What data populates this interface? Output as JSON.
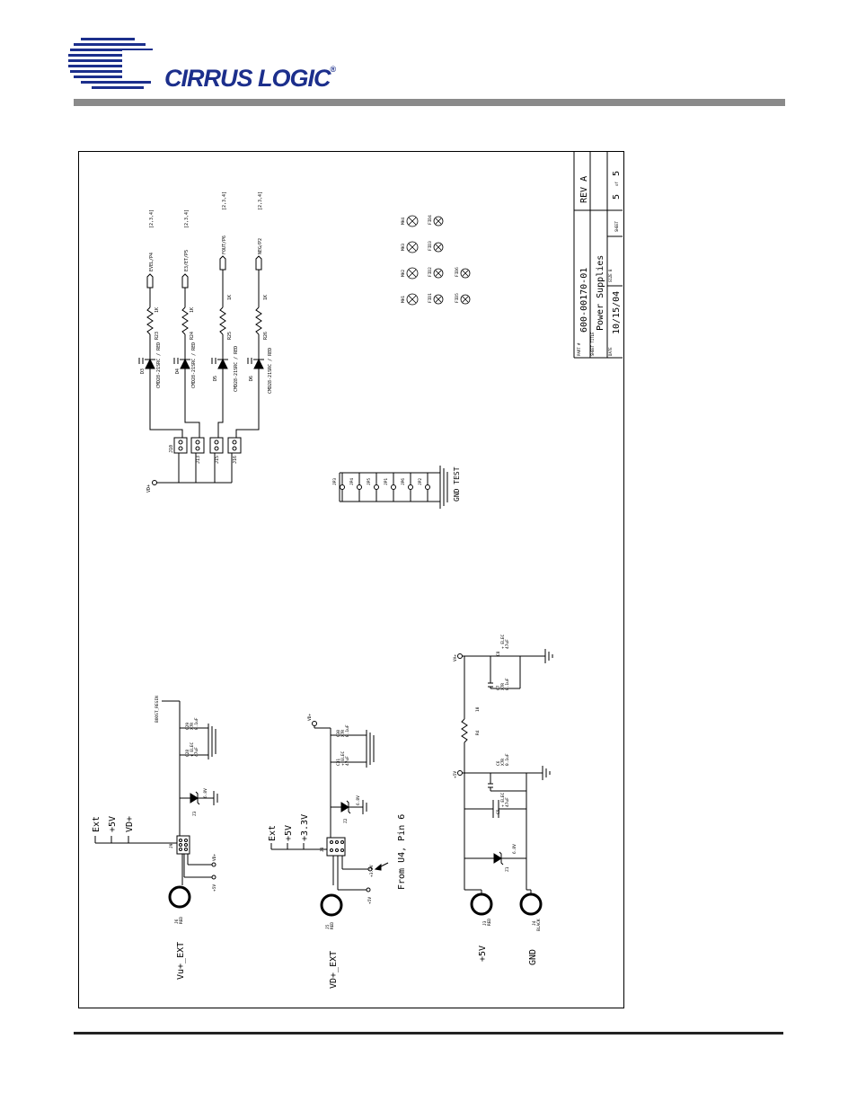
{
  "header": {
    "company": "CIRRUS LOGIC",
    "registered": "®"
  },
  "title_block": {
    "part_label": "PART #",
    "part_number": "600-00170-01",
    "rev": "REV  A",
    "sheet_title_label": "SHEET TITLE",
    "sheet_title": "Power  Supplies",
    "date_label": "DATE",
    "date": "10/15/04",
    "size_label": "SIZE  B",
    "sheet_label": "SHEET",
    "sheet_no": "5",
    "of_label": "of",
    "sheet_total": "5"
  },
  "leds": {
    "vd_label": "VD+",
    "rows": [
      {
        "jumper": "J10",
        "diode": "D3",
        "part": "CMD28-21SRC / RED",
        "res": "R23",
        "ohm": "1K",
        "signal": "EVEL/P4",
        "ref": "[2,3,4]"
      },
      {
        "jumper": "J13",
        "diode": "D4",
        "part": "CMD28-21SRC / RED",
        "res": "R24",
        "ohm": "1K",
        "signal": "E3/ET/P5",
        "ref": "[2,3,4]"
      },
      {
        "jumper": "J15",
        "diode": "D5",
        "part": "CMD28-21SRC / RED",
        "res": "R25",
        "ohm": "1K",
        "signal": "FOUT/P6",
        "ref": "[2,3,4]"
      },
      {
        "jumper": "J16",
        "diode": "D6",
        "part": "CMD28-21SRC / RED",
        "res": "R26",
        "ohm": "1K",
        "signal": "NEG/P2",
        "ref": "[2,3,4]"
      }
    ]
  },
  "mounting": {
    "row1": [
      "MH4",
      "MH3",
      "MH2",
      "MH1"
    ],
    "row2": [
      "FID4",
      "FID3",
      "FID2",
      "FID1"
    ],
    "row3": [
      "FID6",
      "FID5"
    ]
  },
  "gnd_test": {
    "title": "GND  TEST",
    "jumpers": [
      "JP3",
      "JP4",
      "JP5",
      "JP1",
      "JP6",
      "JP2"
    ]
  },
  "va_supply": {
    "va_label": "VA+",
    "c8": [
      "C8",
      "+ ELEC",
      "47uF"
    ],
    "c7": [
      "C7",
      "X7R",
      "0.1uF"
    ],
    "r4": "R4",
    "r4_val": "10",
    "p5v_label": "+5V",
    "c6": [
      "C6",
      "X7R",
      "0.1uF"
    ],
    "c5": [
      "C5",
      "+ ELEC",
      "47uF"
    ],
    "z1": "Z1",
    "z1_val": "6.8V",
    "j3": [
      "J3",
      "RED"
    ],
    "j4": [
      "J4",
      "BLACK"
    ],
    "plus5v": "+5V",
    "gnd": "GND"
  },
  "vu_supply": {
    "boost_label": "BOOST_REGIN",
    "c29": [
      "C29",
      "X7R",
      "0.1uF"
    ],
    "c28": [
      "C28",
      "+ ELEC",
      "47uF"
    ],
    "z3": "Z3",
    "z3_val": "6.8V",
    "j9": "J9",
    "ext": "Ext",
    "p5v": "+5V",
    "vd": "VD+",
    "vd_small": "VD+",
    "p5v_small": "+5V",
    "j6": [
      "J6",
      "RED"
    ],
    "big": "Vu+_EXT"
  },
  "vd_supply": {
    "vd_top": "VD+",
    "c30": [
      "C30",
      "X7R",
      "0.1uF"
    ],
    "c31": [
      "C31",
      "+ ELEC",
      "47uF"
    ],
    "z2": "Z2",
    "z2_val": "6.8V",
    "j8": "J8",
    "ext": "Ext",
    "p5v": "+5V",
    "p33v": "+3.3V",
    "p33v_small": "+3.3V",
    "p5v_small": "+5V",
    "from": "From  U4,  Pin  6",
    "j5": [
      "J5",
      "RED"
    ],
    "big": "VD+_EXT"
  },
  "colors": {
    "logo": "#1c2f8c",
    "bar": "#8a8a8a"
  }
}
